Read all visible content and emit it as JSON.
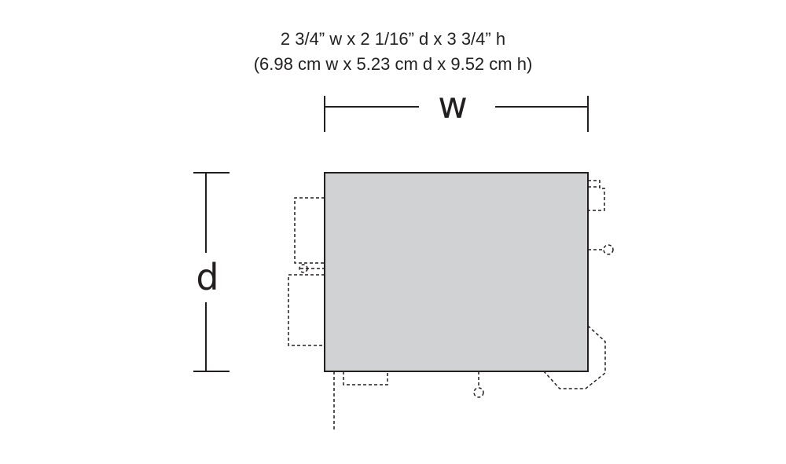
{
  "dimensions": {
    "imperial": "2 3/4” w x 2 1/16” d x 3 3/4” h",
    "metric": "(6.98 cm w x 5.23 cm d x 9.52 cm h)"
  },
  "axes": {
    "width_label": "w",
    "depth_label": "d"
  },
  "colors": {
    "box_fill": "#d1d2d4",
    "line": "#231f20"
  }
}
